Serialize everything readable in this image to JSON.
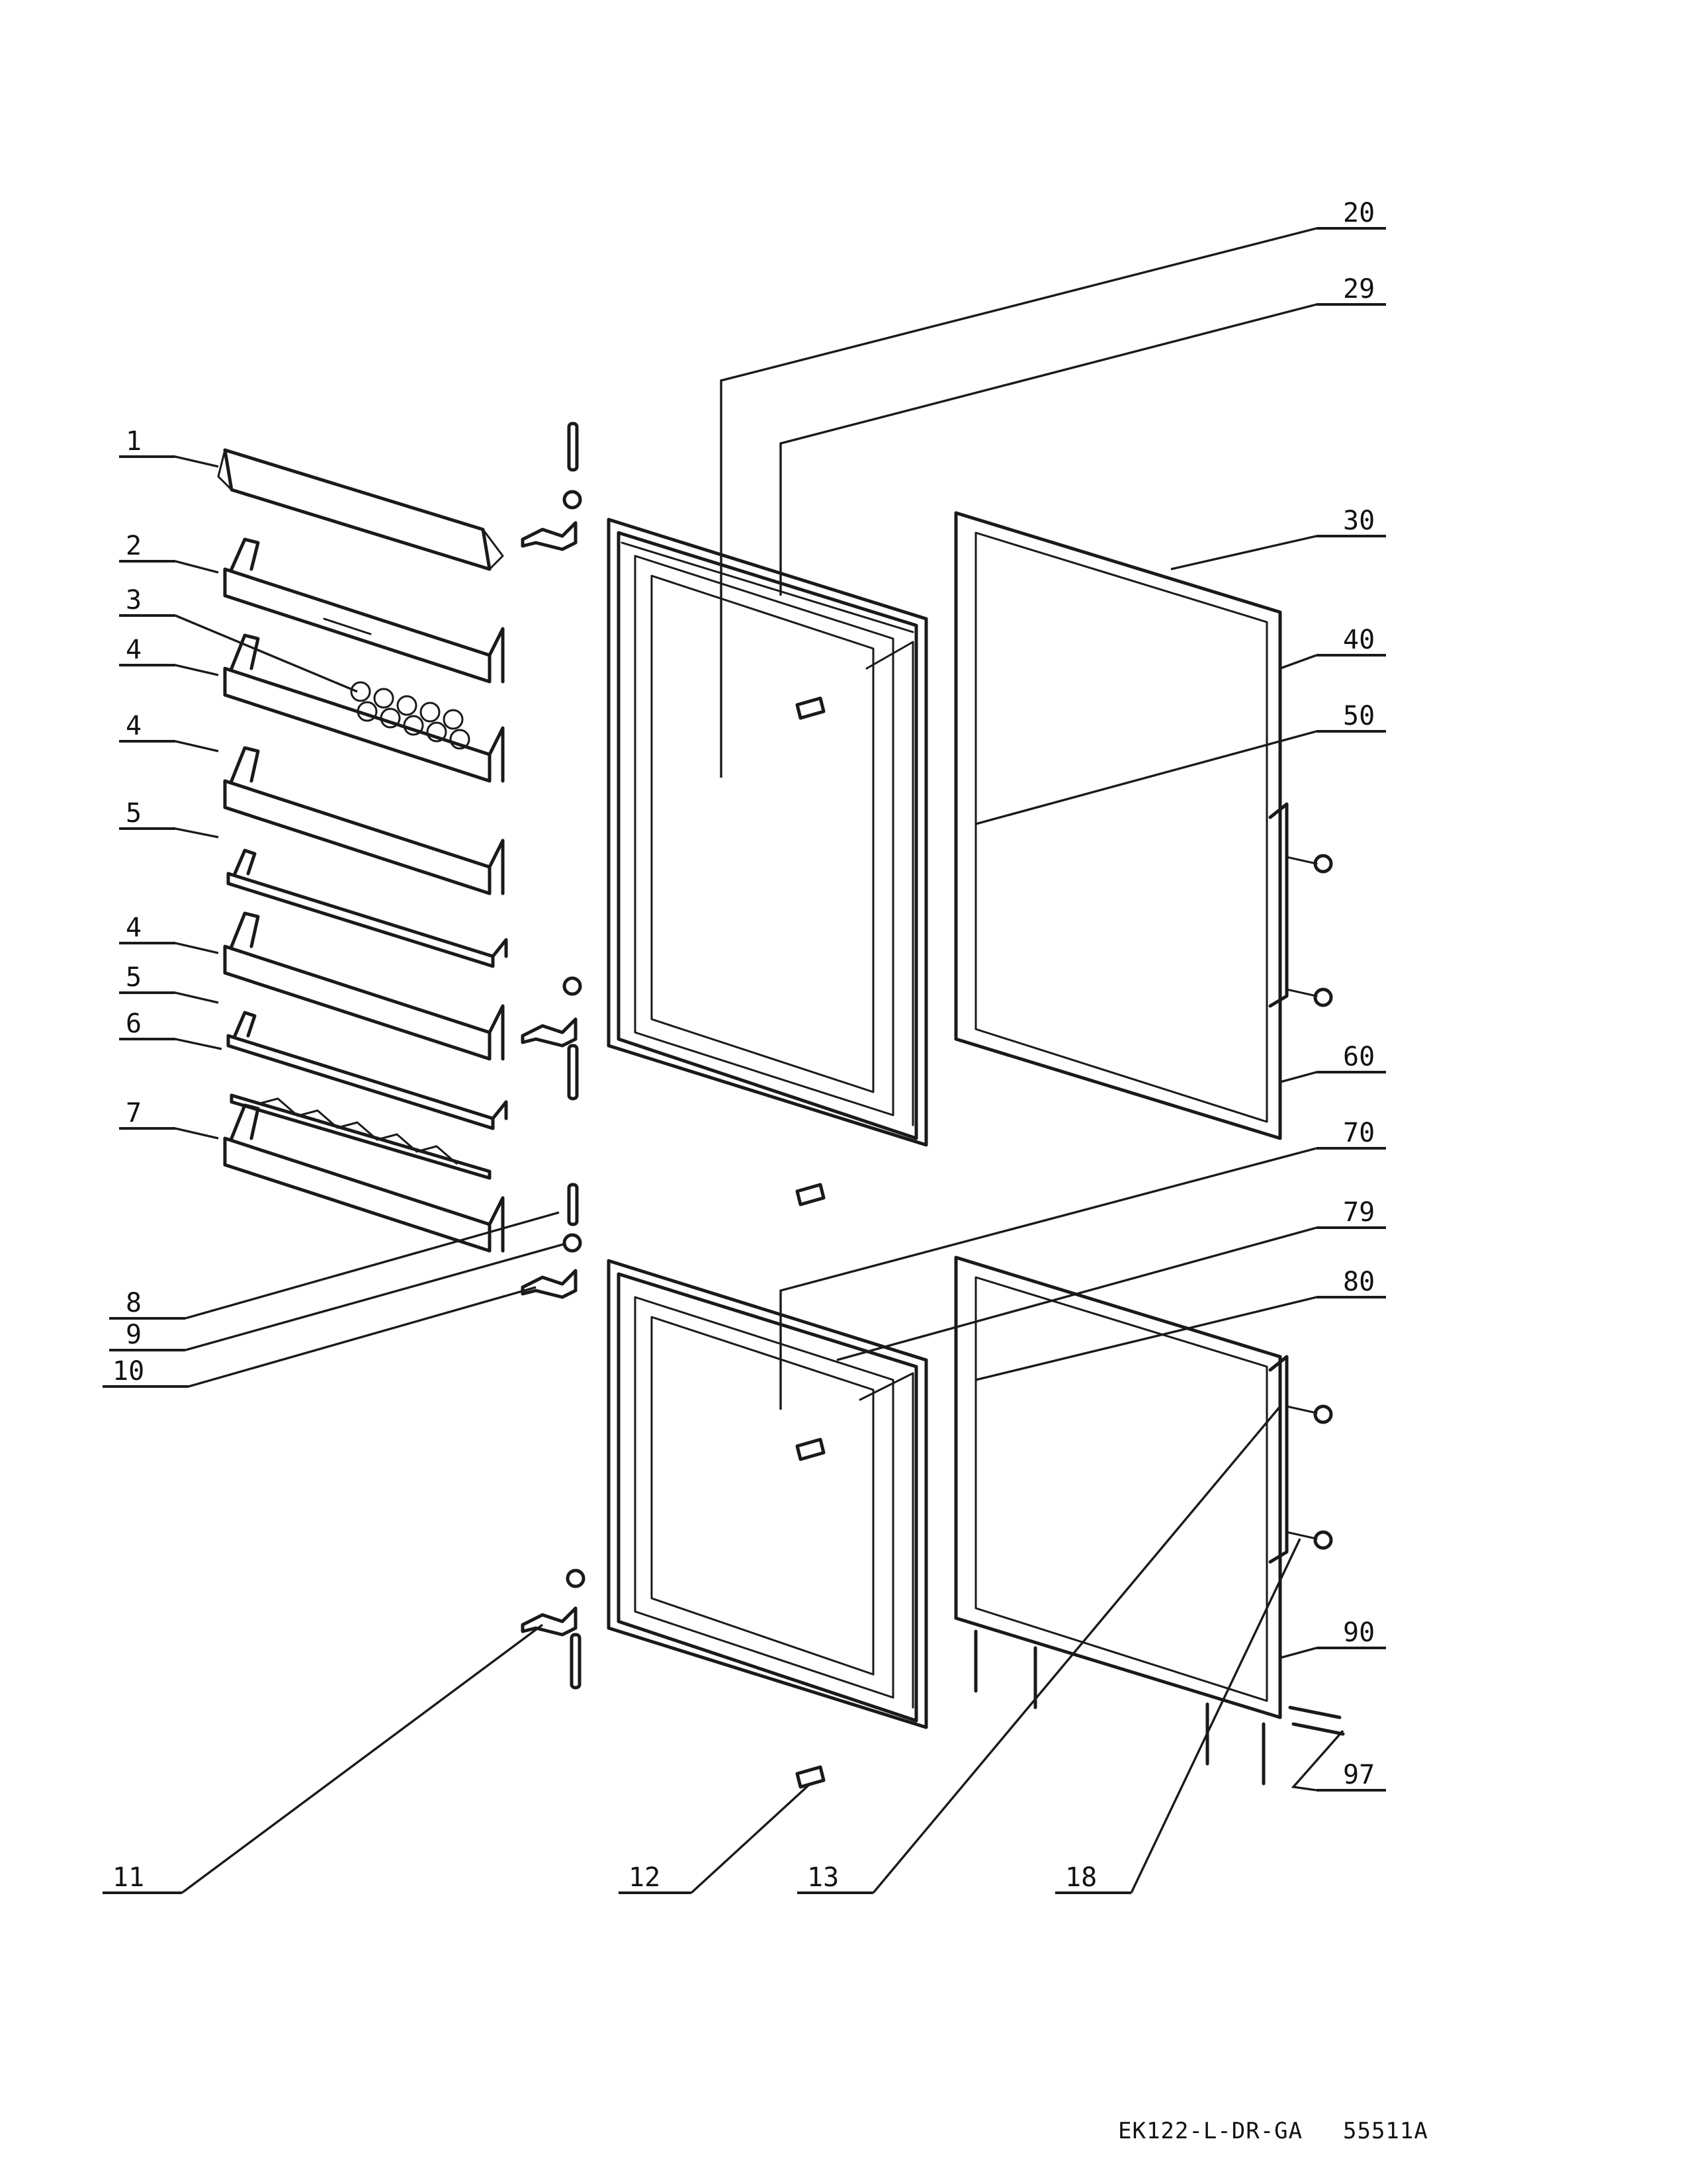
{
  "drawing": {
    "code": "EK122-L-DR-GA",
    "revision": "55511A"
  },
  "callouts": [
    {
      "id": "1",
      "text": "1"
    },
    {
      "id": "2",
      "text": "2"
    },
    {
      "id": "3",
      "text": "3"
    },
    {
      "id": "4a",
      "text": "4"
    },
    {
      "id": "4b",
      "text": "4"
    },
    {
      "id": "5a",
      "text": "5"
    },
    {
      "id": "4c",
      "text": "4"
    },
    {
      "id": "5b",
      "text": "5"
    },
    {
      "id": "6",
      "text": "6"
    },
    {
      "id": "7",
      "text": "7"
    },
    {
      "id": "8",
      "text": "8"
    },
    {
      "id": "9",
      "text": "9"
    },
    {
      "id": "10",
      "text": "10"
    },
    {
      "id": "11",
      "text": "11"
    },
    {
      "id": "12",
      "text": "12"
    },
    {
      "id": "13",
      "text": "13"
    },
    {
      "id": "18",
      "text": "18"
    },
    {
      "id": "20",
      "text": "20"
    },
    {
      "id": "29",
      "text": "29"
    },
    {
      "id": "30",
      "text": "30"
    },
    {
      "id": "40",
      "text": "40"
    },
    {
      "id": "50",
      "text": "50"
    },
    {
      "id": "60",
      "text": "60"
    },
    {
      "id": "70",
      "text": "70"
    },
    {
      "id": "79",
      "text": "79"
    },
    {
      "id": "80",
      "text": "80"
    },
    {
      "id": "90",
      "text": "90"
    },
    {
      "id": "97",
      "text": "97"
    }
  ]
}
